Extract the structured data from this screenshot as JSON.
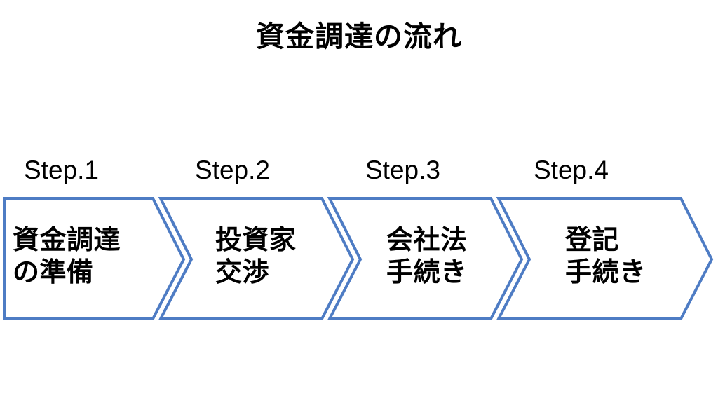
{
  "slide": {
    "background_color": "#ffffff",
    "title": "資金調達の流れ"
  },
  "theme": {
    "chevron_stroke_color": "#4e7cc4",
    "chevron_fill_color": "#ffffff",
    "text_color": "#000000"
  },
  "flow": {
    "type": "chevron-process",
    "step_count": 4,
    "steps": [
      {
        "label": "Step.1",
        "line1": "資金調達",
        "line2": "の準備",
        "text": "資金調達\nの準備"
      },
      {
        "label": "Step.2",
        "line1": "投資家",
        "line2": "交渉",
        "text": "投資家\n交渉"
      },
      {
        "label": "Step.3",
        "line1": "会社法",
        "line2": "手続き",
        "text": "会社法\n手続き"
      },
      {
        "label": "Step.4",
        "line1": "登記",
        "line2": "手続き",
        "text": "登記\n手続き"
      }
    ]
  }
}
